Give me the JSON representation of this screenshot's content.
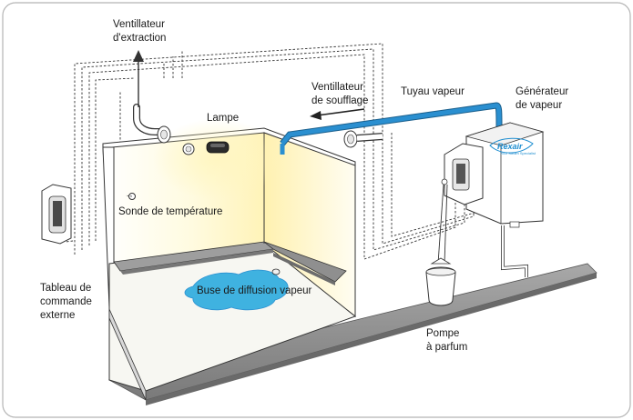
{
  "labels": {
    "extraction_fan": [
      "Ventillateur",
      "d'extraction"
    ],
    "lamp": "Lampe",
    "blower_fan": [
      "Ventillateur",
      "de soufflage"
    ],
    "steam_pipe": "Tuyau vapeur",
    "steam_generator": [
      "Générateur",
      "de vapeur"
    ],
    "temperature_probe": "Sonde de température",
    "external_panel": [
      "Tableau de",
      "commande",
      "externe"
    ],
    "steam_nozzle": "Buse de diffusion vapeur",
    "scent_pump": [
      "Pompe",
      "à parfum"
    ]
  },
  "brand": {
    "name": "Rexair",
    "tagline": "Your Steam Specialist"
  },
  "colors": {
    "steam_pipe": "#2a8fd0",
    "water": "#3fb2e0",
    "floor": "#8e8e8e",
    "room_glow": "#fff6c2",
    "line": "#333333"
  }
}
